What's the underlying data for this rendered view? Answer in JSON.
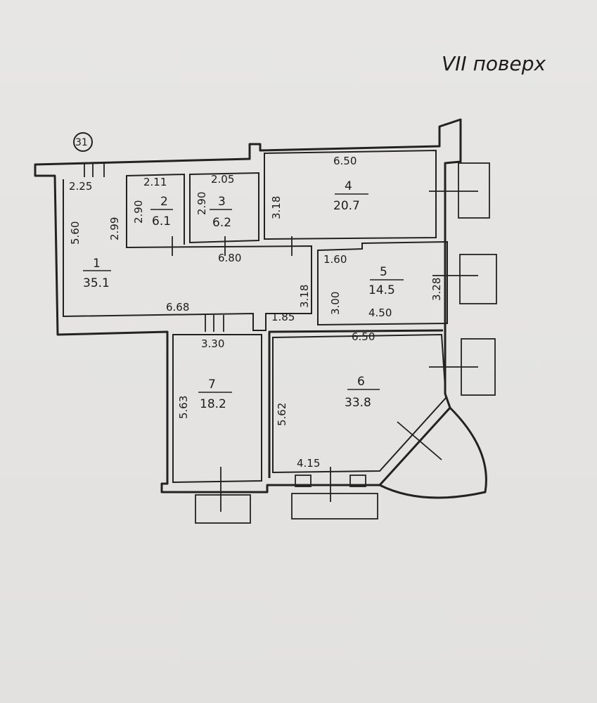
{
  "floor_label": "VII поверх",
  "flat_number": "31",
  "rooms": [
    {
      "number": "1",
      "area": "35.1"
    },
    {
      "number": "2",
      "area": "6.1"
    },
    {
      "number": "3",
      "area": "6.2"
    },
    {
      "number": "4",
      "area": "20.7"
    },
    {
      "number": "5",
      "area": "14.5"
    },
    {
      "number": "6",
      "area": "33.8"
    },
    {
      "number": "7",
      "area": "18.2"
    }
  ],
  "dimensions": {
    "r1_top": "2.25",
    "r1_left": "5.60",
    "r1_inner": "2.99",
    "r1_mid": "6.80",
    "r1_bottom": "6.68",
    "r2_top": "2.11",
    "r2_side": "2.90",
    "r3_top": "2.05",
    "r3_side": "2.90",
    "r4_top": "6.50",
    "r4_side": "3.18",
    "r5_top": "1.60",
    "r5_bottom": "4.50",
    "r5_right": "3.28",
    "r5_left": "3.00",
    "corridor_small": "1.85",
    "corridor_side": "3.18",
    "r7_top": "3.30",
    "r7_side": "5.63",
    "r6_top": "6.50",
    "r6_side": "5.62",
    "r6_bottom": "4.15"
  }
}
